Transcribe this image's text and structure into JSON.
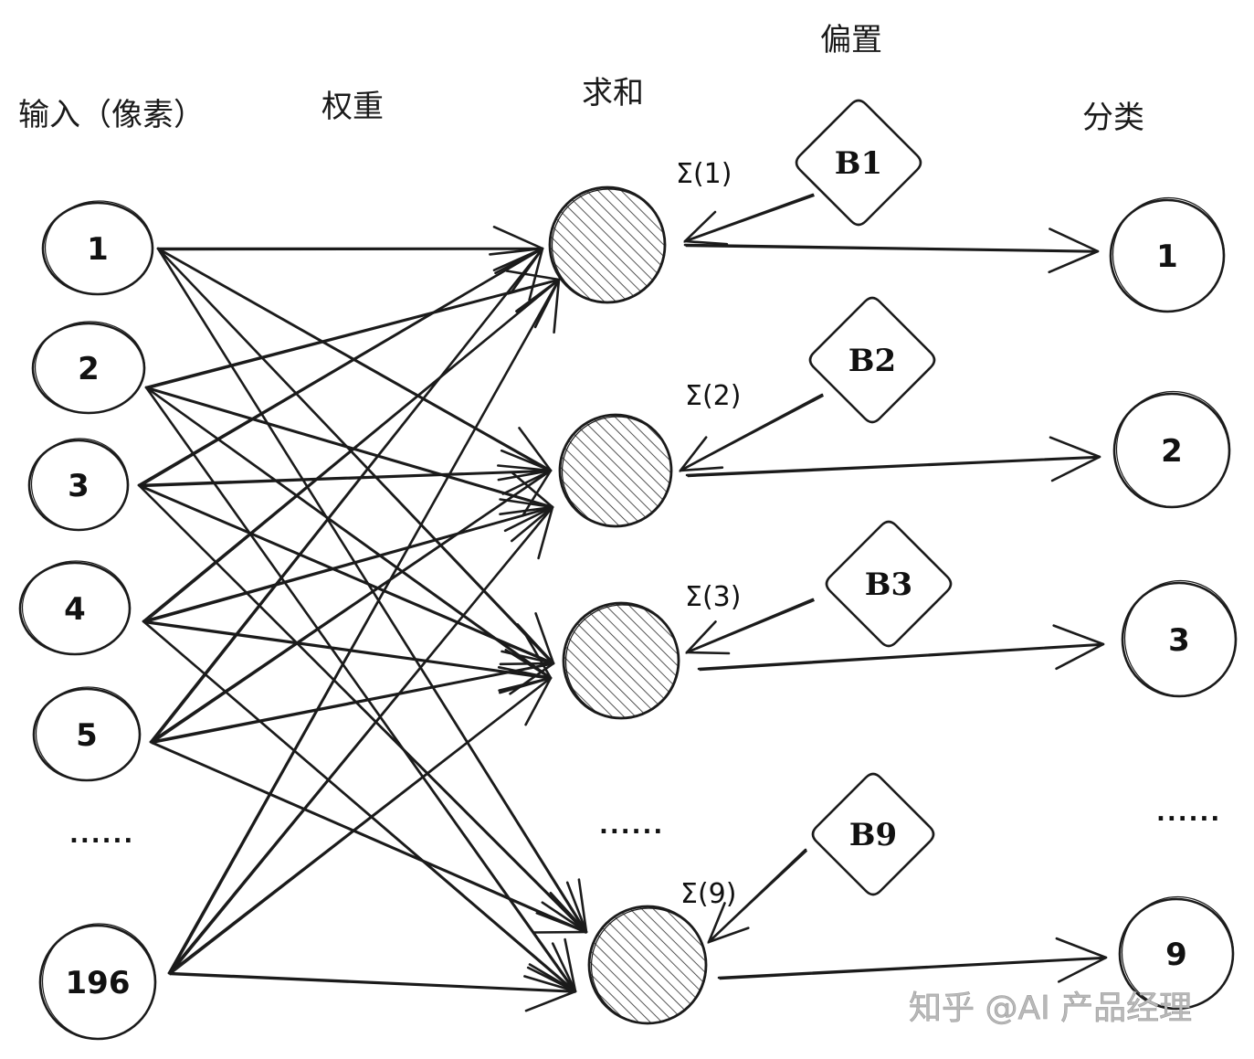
{
  "diagram": {
    "title": "Neural network: pixel inputs to digit classification",
    "headers": {
      "inputs": "输入（像素）",
      "weights": "权重",
      "sum": "求和",
      "bias": "偏置",
      "classes": "分类"
    },
    "input_nodes": [
      {
        "id": "in1",
        "label": "1"
      },
      {
        "id": "in2",
        "label": "2"
      },
      {
        "id": "in3",
        "label": "3"
      },
      {
        "id": "in4",
        "label": "4"
      },
      {
        "id": "in5",
        "label": "5"
      },
      {
        "id": "in196",
        "label": "196"
      }
    ],
    "input_ellipsis": "......",
    "sum_nodes": [
      {
        "id": "s1",
        "label": "Σ(1)"
      },
      {
        "id": "s2",
        "label": "Σ(2)"
      },
      {
        "id": "s3",
        "label": "Σ(3)"
      },
      {
        "id": "s9",
        "label": "Σ(9)"
      }
    ],
    "sum_ellipsis": "......",
    "bias_nodes": [
      {
        "id": "b1",
        "label": "B1",
        "target": "s1"
      },
      {
        "id": "b2",
        "label": "B2",
        "target": "s2"
      },
      {
        "id": "b3",
        "label": "B3",
        "target": "s3"
      },
      {
        "id": "b9",
        "label": "B9",
        "target": "s9"
      }
    ],
    "output_nodes": [
      {
        "id": "o1",
        "label": "1",
        "source": "s1"
      },
      {
        "id": "o2",
        "label": "2",
        "source": "s2"
      },
      {
        "id": "o3",
        "label": "3",
        "source": "s3"
      },
      {
        "id": "o9",
        "label": "9",
        "source": "s9"
      }
    ],
    "output_ellipsis": "......",
    "connectivity": "fully-connected: every input node links to every sum node",
    "watermark": "知乎 @AI 产品经理"
  }
}
